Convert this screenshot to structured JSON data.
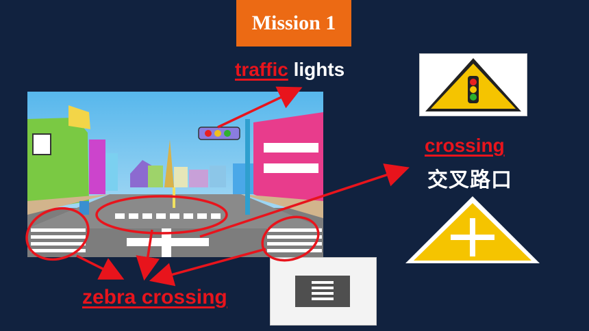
{
  "mission": {
    "title": "Mission 1"
  },
  "labels": {
    "traffic": "traffic",
    "lights": "lights",
    "crossing": "crossing",
    "crossing_cn": "交叉路口",
    "zebra_crossing": "zebra crossing"
  },
  "colors": {
    "background": "#11223f",
    "badge": "#ec6a14",
    "highlight_red": "#e8141c",
    "sign_yellow": "#f5c400"
  },
  "icons": {
    "traffic_light_sign": "traffic-light-warning-sign",
    "crossing_sign": "crossroad-warning-sign",
    "zebra_sign": "zebra-crossing-sign"
  }
}
